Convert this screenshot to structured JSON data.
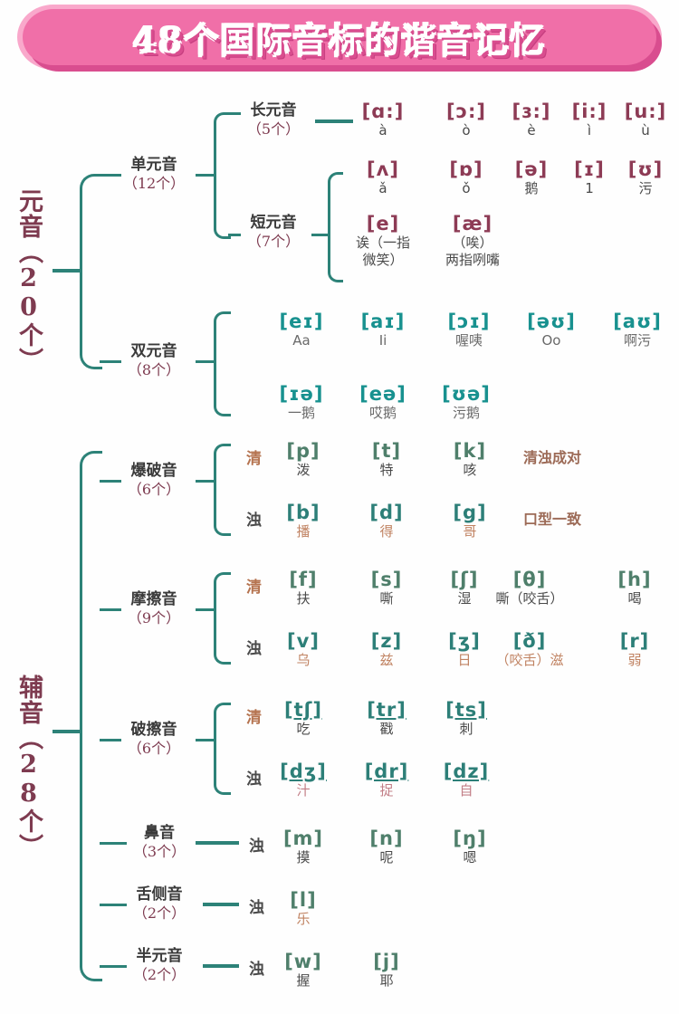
{
  "title": "48个国际音标的谐音记忆",
  "colors": {
    "title_fill": "#ffffff",
    "title_plate": "#f06fa8",
    "title_plate_outer": "#f9a8cb",
    "title_shadow": "#d94d8f",
    "branch": "#2d8278",
    "vowel_symbol": "#8d3b55",
    "diphthong_symbol": "#18918f",
    "consonant_symbol": "#4f7f6b",
    "label_maroon": "#7e3b50",
    "gloss_orange": "#c08261",
    "note_brown": "#9c6a56"
  },
  "vowels": {
    "label": "元音（20个）",
    "monophthong": {
      "label": "单元音",
      "count": "（12个）"
    },
    "long": {
      "label": "长元音",
      "count": "（5个）",
      "items": [
        {
          "symbol": "[ɑ:]",
          "gloss": "à"
        },
        {
          "symbol": "[ɔ:]",
          "gloss": "ò"
        },
        {
          "symbol": "[ɜ:]",
          "gloss": "è"
        },
        {
          "symbol": "[i:]",
          "gloss": "ì"
        },
        {
          "symbol": "[u:]",
          "gloss": "ù"
        }
      ]
    },
    "short": {
      "label": "短元音",
      "count": "（7个）",
      "row1": [
        {
          "symbol": "[ʌ]",
          "gloss": "ǎ"
        },
        {
          "symbol": "[ɒ]",
          "gloss": "ǒ"
        },
        {
          "symbol": "[ə]",
          "gloss": "鹅"
        },
        {
          "symbol": "[ɪ]",
          "gloss": "1"
        },
        {
          "symbol": "[ʊ]",
          "gloss": "污"
        }
      ],
      "row2": [
        {
          "symbol": "[e]",
          "gloss": "诶（一指\n微笑）"
        },
        {
          "symbol": "[æ]",
          "gloss": "（唉）\n两指咧嘴"
        }
      ]
    },
    "diphthong": {
      "label": "双元音",
      "count": "（8个）",
      "row1": [
        {
          "symbol": "[eɪ]",
          "gloss": "Aa"
        },
        {
          "symbol": "[aɪ]",
          "gloss": "Ii"
        },
        {
          "symbol": "[ɔɪ]",
          "gloss": "喔咦"
        },
        {
          "symbol": "[əʊ]",
          "gloss": "Oo"
        },
        {
          "symbol": "[aʊ]",
          "gloss": "啊污"
        }
      ],
      "row2": [
        {
          "symbol": "[ɪə]",
          "gloss": "一鹅"
        },
        {
          "symbol": "[eə]",
          "gloss": "哎鹅"
        },
        {
          "symbol": "[ʊə]",
          "gloss": "污鹅"
        }
      ]
    }
  },
  "consonants": {
    "label": "辅音（28个）",
    "voice_clear": "清",
    "voice_voiced": "浊",
    "plosive": {
      "label": "爆破音",
      "count": "（6个）",
      "note_clear": "清浊成对",
      "note_voiced": "口型一致",
      "clear": [
        {
          "symbol": "[p]",
          "gloss": "泼"
        },
        {
          "symbol": "[t]",
          "gloss": "特"
        },
        {
          "symbol": "[k]",
          "gloss": "咳"
        }
      ],
      "voiced": [
        {
          "symbol": "[b]",
          "gloss": "播"
        },
        {
          "symbol": "[d]",
          "gloss": "得"
        },
        {
          "symbol": "[g]",
          "gloss": "哥"
        }
      ]
    },
    "fricative": {
      "label": "摩擦音",
      "count": "（9个）",
      "clear": [
        {
          "symbol": "[f]",
          "gloss": "扶"
        },
        {
          "symbol": "[s]",
          "gloss": "嘶"
        },
        {
          "symbol": "[ʃ]",
          "gloss": "湿"
        },
        {
          "symbol": "[θ]",
          "gloss": "嘶（咬舌）"
        },
        {
          "symbol": "[h]",
          "gloss": "喝"
        }
      ],
      "voiced": [
        {
          "symbol": "[v]",
          "gloss": "乌"
        },
        {
          "symbol": "[z]",
          "gloss": "兹"
        },
        {
          "symbol": "[ʒ]",
          "gloss": "日"
        },
        {
          "symbol": "[ð]",
          "gloss": "（咬舌）滋"
        },
        {
          "symbol": "[r]",
          "gloss": "弱"
        }
      ]
    },
    "affricate": {
      "label": "破擦音",
      "count": "（6个）",
      "clear": [
        {
          "symbol": "[tʃ]",
          "gloss": "吃",
          "underline": "t"
        },
        {
          "symbol": "[tr]",
          "gloss": "戳",
          "underline": "t"
        },
        {
          "symbol": "[ts]",
          "gloss": "刺",
          "underline": "t"
        }
      ],
      "voiced": [
        {
          "symbol": "[dʒ]",
          "gloss": "汁",
          "underline": "d"
        },
        {
          "symbol": "[dr]",
          "gloss": "捉",
          "underline": "d"
        },
        {
          "symbol": "[dz]",
          "gloss": "自",
          "underline": "d"
        }
      ]
    },
    "nasal": {
      "label": "鼻音",
      "count": "（3个）",
      "voiced": [
        {
          "symbol": "[m]",
          "gloss": "摸"
        },
        {
          "symbol": "[n]",
          "gloss": "呢"
        },
        {
          "symbol": "[ŋ]",
          "gloss": "嗯"
        }
      ]
    },
    "lateral": {
      "label": "舌侧音",
      "count": "（2个）",
      "voiced": [
        {
          "symbol": "[l]",
          "gloss": "乐"
        }
      ]
    },
    "semivowel": {
      "label": "半元音",
      "count": "（2个）",
      "voiced": [
        {
          "symbol": "[w]",
          "gloss": "握"
        },
        {
          "symbol": "[j]",
          "gloss": "耶"
        }
      ]
    }
  }
}
